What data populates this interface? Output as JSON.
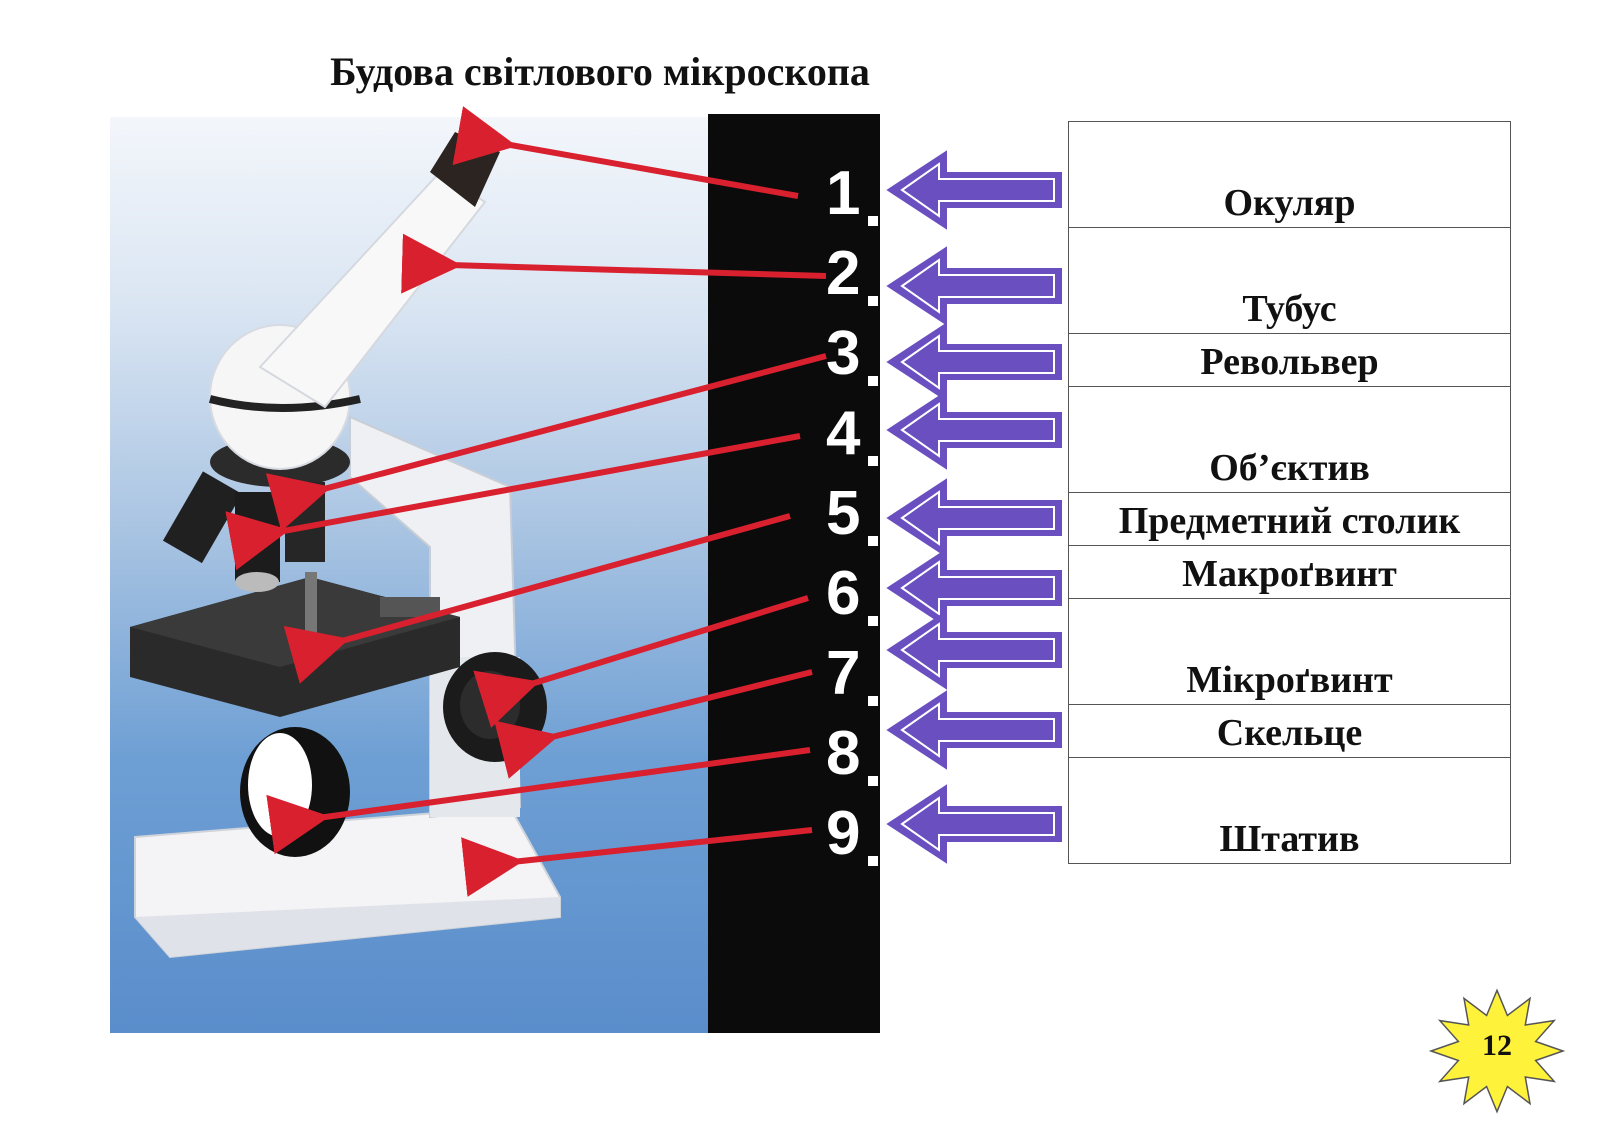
{
  "title": "Будова світлового мікроскопа",
  "numbers": [
    "1",
    "2",
    "3",
    "4",
    "5",
    "6",
    "7",
    "8",
    "9"
  ],
  "labels": [
    "Окуляр",
    "Тубус",
    "Револьвер",
    "Об’єктив",
    "Предметний столик",
    "Макроґвинт",
    "Мікроґвинт",
    "Скельце",
    "Штатив"
  ],
  "page_number": "12",
  "colors": {
    "pointer_arrows": "#d8202e",
    "block_arrows": "#6a4fc0",
    "strip": "#0b0b0b",
    "badge": "#fff23a"
  }
}
